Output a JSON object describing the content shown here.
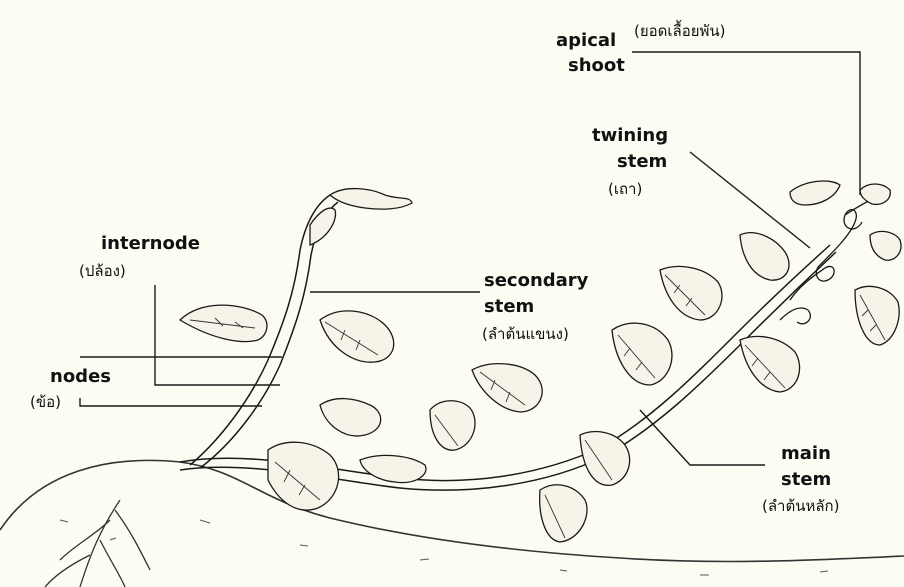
{
  "labels": {
    "apical_shoot": {
      "line1": "apical",
      "line2": "shoot",
      "thai": "(ยอดเลื้อยพัน)"
    },
    "twining_stem": {
      "line1": "twining",
      "line2": "stem",
      "thai": "(เถา)"
    },
    "internode": {
      "en": "internode",
      "thai": "(ปล้อง)"
    },
    "secondary_stem": {
      "line1": "secondary",
      "line2": "stem",
      "thai": "(ลำต้นแขนง)"
    },
    "nodes": {
      "en": "nodes",
      "thai": "(ข้อ)"
    },
    "main_stem": {
      "line1": "main",
      "line2": "stem",
      "thai": "(ลำต้นหลัก)"
    }
  },
  "colors": {
    "background": "#fdfcf3",
    "ink": "#1a1a1a",
    "leaf_fill": "#f6f4e8"
  }
}
